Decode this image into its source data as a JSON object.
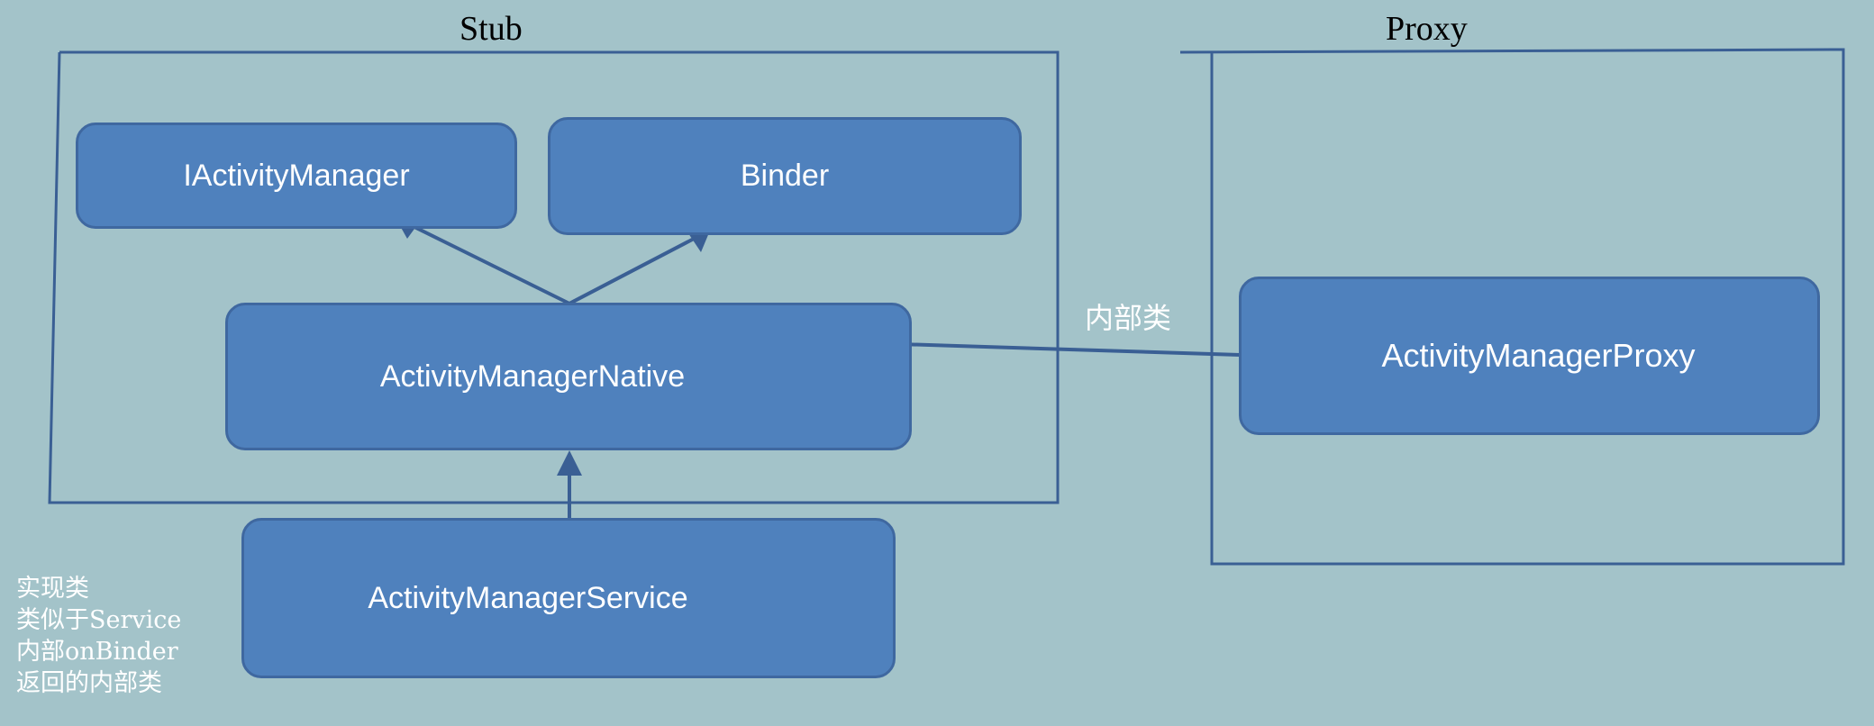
{
  "colors": {
    "background": "#a3c3c9",
    "box_fill": "#4f81bd",
    "box_border": "#3f68a0",
    "frame_line": "#3a5f94",
    "arrow": "#3a5f94"
  },
  "groups": {
    "stub_title": "Stub",
    "proxy_title": "Proxy"
  },
  "nodes": {
    "iactivity_manager": "IActivityManager",
    "binder": "Binder",
    "activity_manager_native": "ActivityManagerNative",
    "activity_manager_service": "ActivityManagerService",
    "activity_manager_proxy": "ActivityManagerProxy"
  },
  "edge_labels": {
    "inner_class": "内部类"
  },
  "note": {
    "lines": [
      "实现类",
      "类似于Service",
      "内部onBinder",
      "返回的内部类"
    ]
  }
}
